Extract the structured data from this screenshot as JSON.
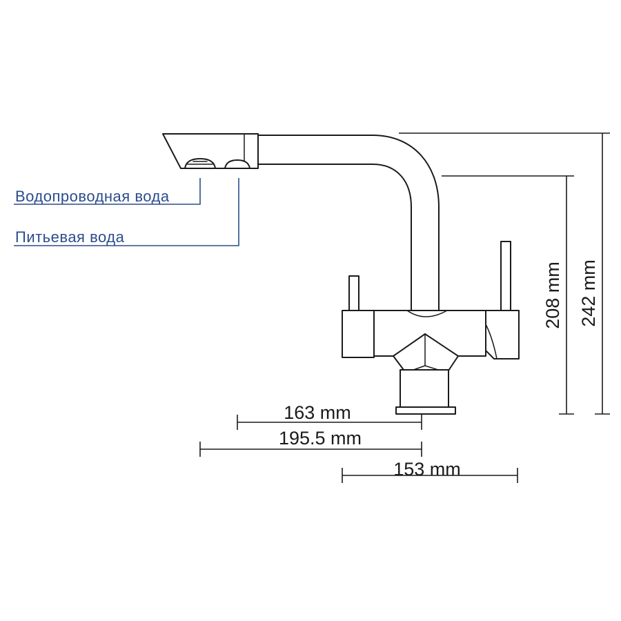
{
  "callouts": {
    "tap_water": "Водопроводная вода",
    "drinking_water": "Питьевая вода"
  },
  "dimensions": {
    "width_163": "163 mm",
    "width_195": "195.5 mm",
    "width_153": "153 mm",
    "height_208": "208 mm",
    "height_242": "242 mm"
  },
  "colors": {
    "outline": "#1a1a1a",
    "callout": "#2b4c8c"
  }
}
